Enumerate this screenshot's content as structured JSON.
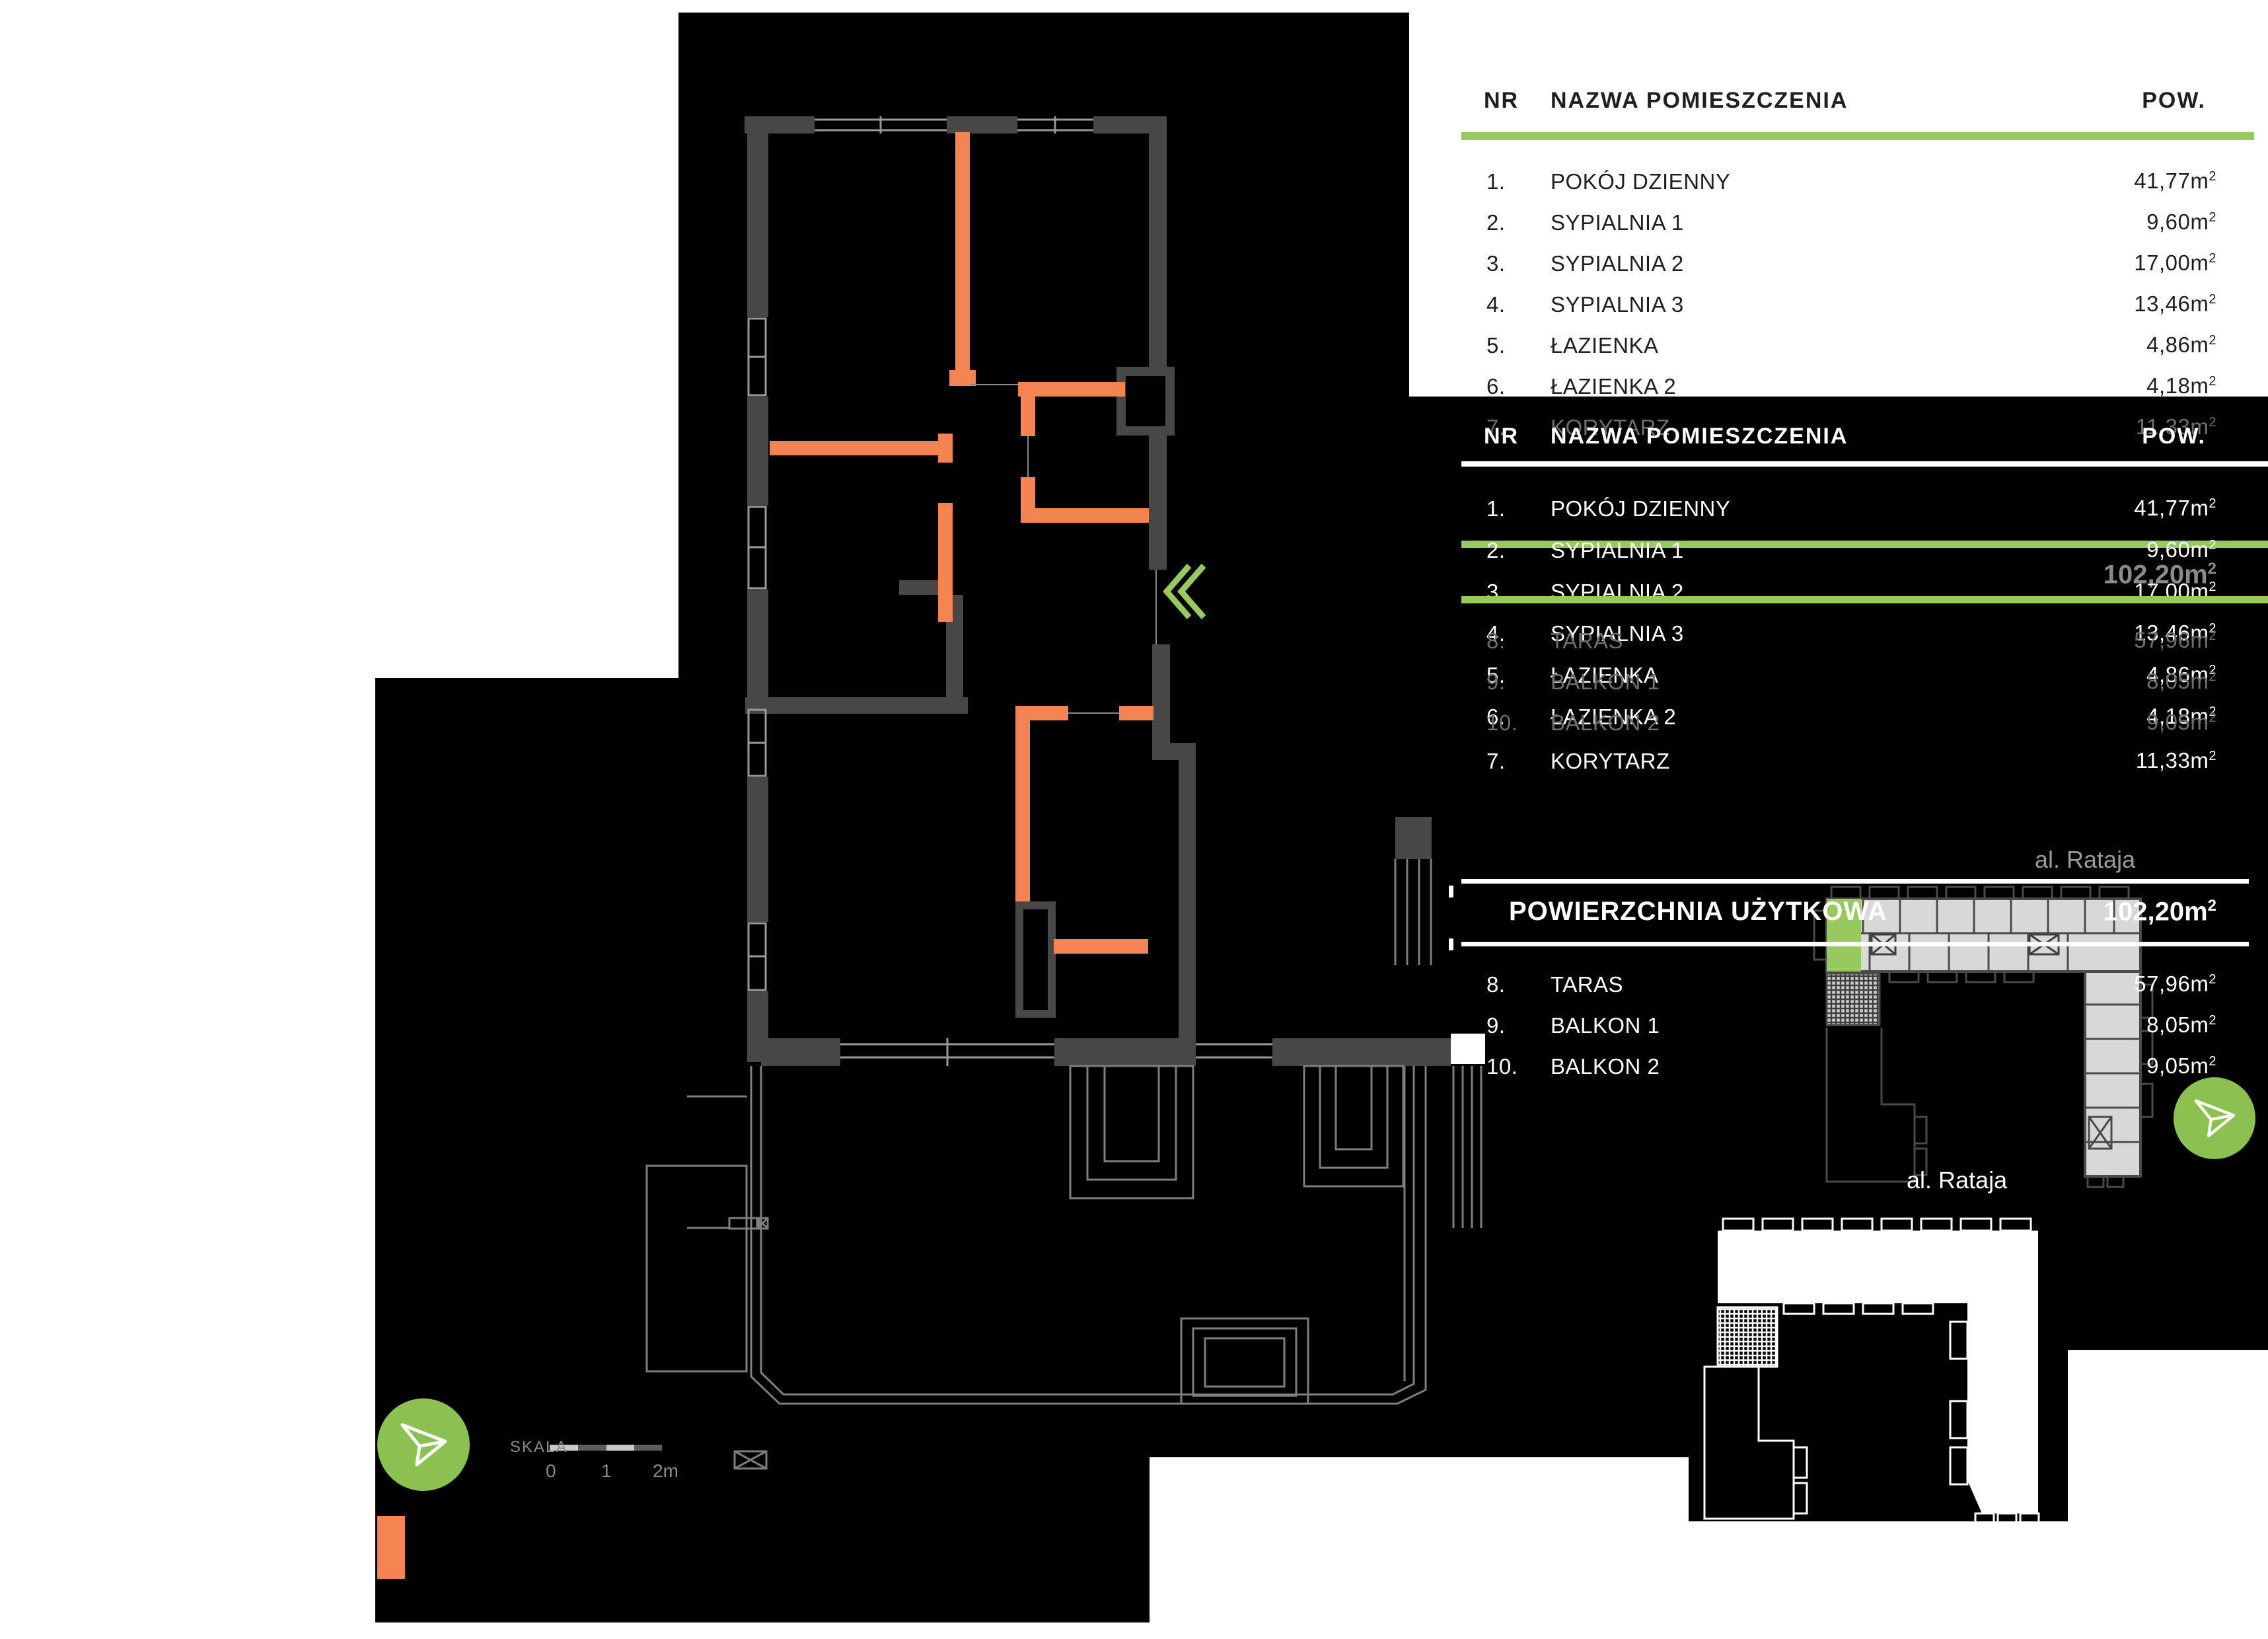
{
  "header": {
    "nr": "NR",
    "name": "NAZWA POMIESZCZENIA",
    "area": "POW."
  },
  "units": {
    "m": "m",
    "sup": "2"
  },
  "rooms": [
    {
      "nr": "1.",
      "name": "POKÓJ DZIENNY",
      "area": "41,77"
    },
    {
      "nr": "2.",
      "name": "SYPIALNIA 1",
      "area": "9,60"
    },
    {
      "nr": "3.",
      "name": "SYPIALNIA 2",
      "area": "17,00"
    },
    {
      "nr": "4.",
      "name": "SYPIALNIA 3",
      "area": "13,46"
    },
    {
      "nr": "5.",
      "name": "ŁAZIENKA",
      "area": "4,86"
    },
    {
      "nr": "6.",
      "name": "ŁAZIENKA 2",
      "area": "4,18"
    },
    {
      "nr": "7.",
      "name": "KORYTARZ",
      "area": "11,33"
    }
  ],
  "outdoor": [
    {
      "nr": "8.",
      "name": "TARAS",
      "area": "57,96"
    },
    {
      "nr": "9.",
      "name": "BALKON 1",
      "area": "8,05"
    },
    {
      "nr": "10.",
      "name": "BALKON 2",
      "area": "9,05"
    }
  ],
  "summary": {
    "label": "POWIERZCHNIA UŻYTKOWA",
    "area": "102,20"
  },
  "map": {
    "street": "al. Rataja"
  },
  "scalebar": {
    "label": "SKALA",
    "t0": "0",
    "t1": "1",
    "t2": "2m"
  },
  "colors": {
    "accent_green": "#98C95E",
    "button_green": "#8CC152",
    "wall_orange": "#F48352",
    "wall_dark": "#474747",
    "building_gray": "#D8D8D8"
  }
}
